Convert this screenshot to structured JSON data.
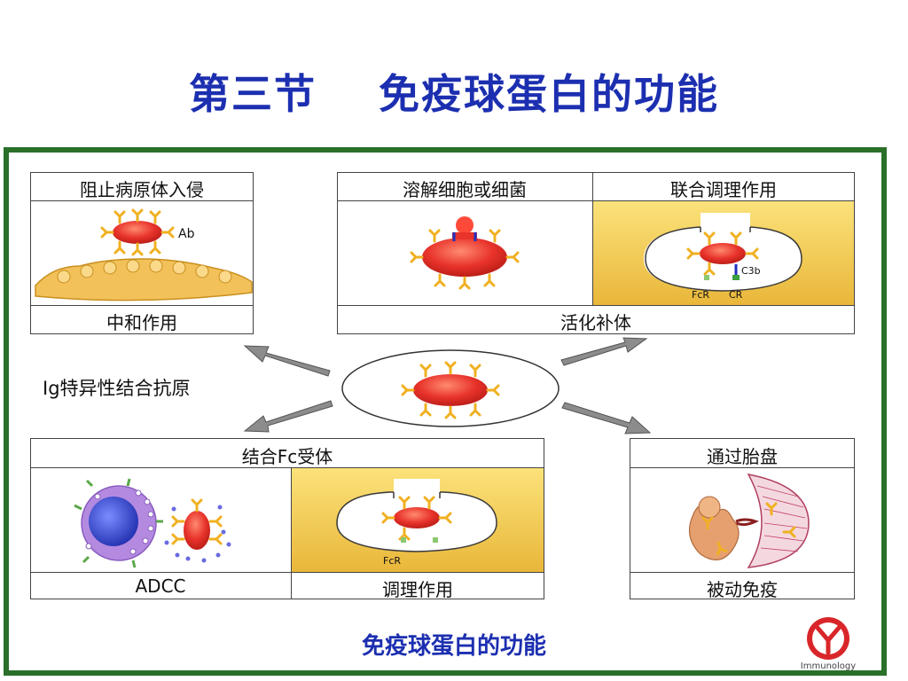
{
  "title": {
    "part1": "第三节",
    "part2": "免疫球蛋白的功能"
  },
  "center_label": "Ig特异性结合抗原",
  "neutralization": {
    "header": "阻止病原体入侵",
    "footer": "中和作用",
    "antibody_label": "Ab"
  },
  "complement": {
    "header_lysis": "溶解细胞或细菌",
    "header_opsonization": "联合调理作用",
    "footer": "活化补体",
    "labels": {
      "c3b": "C3b",
      "fcr": "FcR",
      "cr": "CR"
    }
  },
  "fc_receptor": {
    "header": "结合Fc受体",
    "left_footer": "ADCC",
    "right_footer": "调理作用",
    "fcr_label": "FcR"
  },
  "placenta": {
    "header": "通过胎盘",
    "footer": "被动免疫"
  },
  "footer_title": "免疫球蛋白的功能",
  "logo": {
    "text": "Immunology"
  },
  "colors": {
    "title_blue": "#1c2fb0",
    "frame_green": "#2a6f2a",
    "antigen_red": "#e8332b",
    "antibody_gold": "#f0b020",
    "cell_yellow": "#f6d060"
  }
}
